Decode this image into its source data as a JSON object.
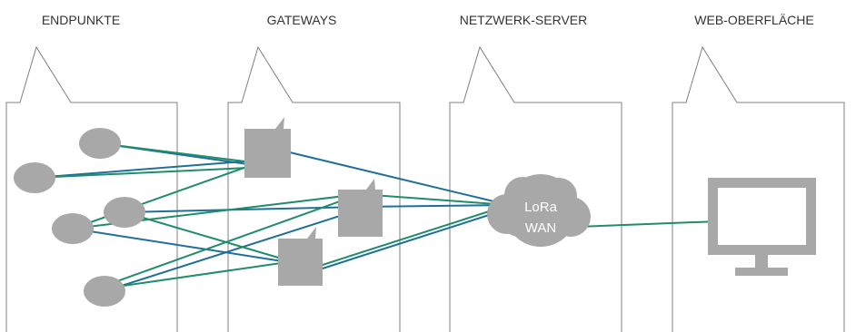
{
  "columns": [
    {
      "key": "endpoints",
      "label": "ENDPUNKTE"
    },
    {
      "key": "gateways",
      "label": "GATEWAYS"
    },
    {
      "key": "server",
      "label": "NETZWERK-SERVER"
    },
    {
      "key": "web",
      "label": "WEB-OBERFLÄCHE"
    }
  ],
  "cloud": {
    "line1": "LoRa",
    "line2": "WAN"
  },
  "colors": {
    "blue_link": "#1f6f98",
    "green_link": "#1f8c6a",
    "shape_fill": "#a8a8a8",
    "panel_stroke": "#808080",
    "label_text": "#333333"
  },
  "icons": {
    "endpoint": "ellipse-node",
    "gateway": "speech-bubble-icon",
    "server": "cloud-icon",
    "web": "monitor-icon"
  }
}
